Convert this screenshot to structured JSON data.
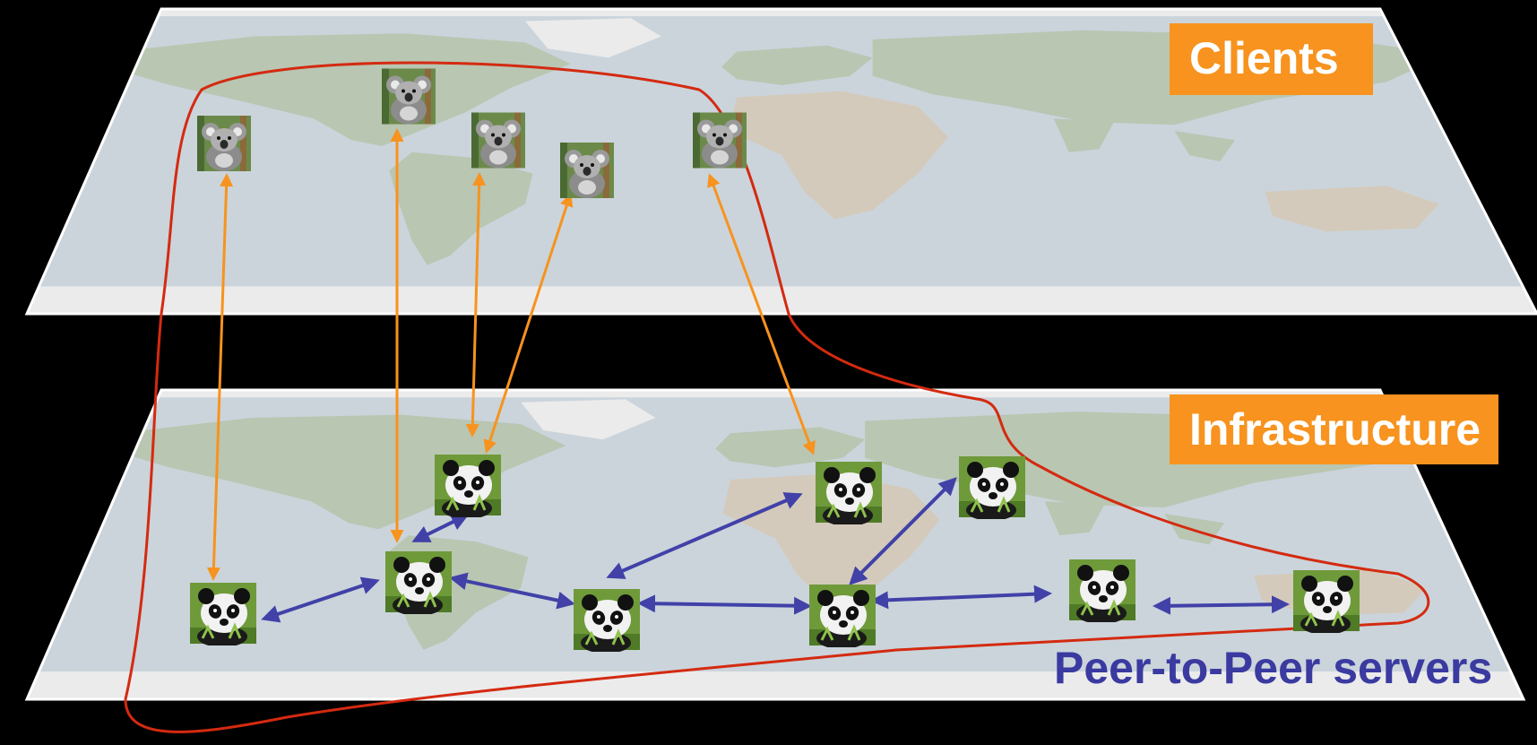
{
  "labels": {
    "clients": "Clients",
    "infrastructure": "Infrastructure",
    "p2p_servers": "Peer-to-Peer servers"
  },
  "colors": {
    "label_background": "#f7931e",
    "label_text": "#ffffff",
    "p2p_text": "#3a3aa0",
    "client_link": "#f7931e",
    "server_link": "#4141a8",
    "enclosure": "#d42a10",
    "map_ocean": "#dde6ee",
    "map_land": "#c9d7c2",
    "map_ice": "#ffffff"
  },
  "icons": {
    "client": "koala-icon",
    "server": "panda-icon"
  }
}
